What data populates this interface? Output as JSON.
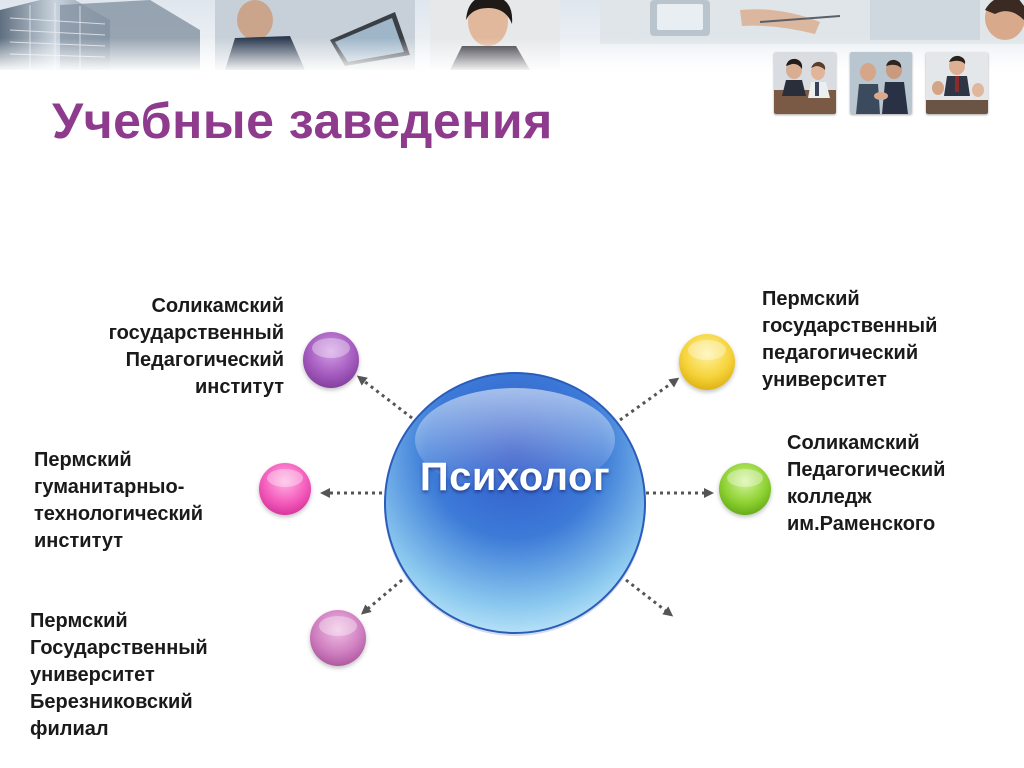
{
  "slide": {
    "title": "Учебные заведения"
  },
  "diagram": {
    "center": {
      "label": "Психолог",
      "color": "#3a6fd0"
    },
    "nodes": [
      {
        "lines": [
          "Соликамский",
          "государственный",
          "Педагогический",
          "институт"
        ],
        "color": "#9b4fb2"
      },
      {
        "lines": [
          "Пермский",
          "государственный",
          "педагогический",
          "университет"
        ],
        "color": "#f2cf2a"
      },
      {
        "lines": [
          "Пермский",
          "гуманитарныо-",
          "технологический",
          "институт"
        ],
        "color": "#f04fb0"
      },
      {
        "lines": [
          "Соликамский",
          "Педагогический",
          "колледж",
          "им.Раменского"
        ],
        "color": "#7ccb25"
      },
      {
        "lines": [
          "Пермский",
          "Государственный",
          "университет",
          "Березниковский",
          "филиал"
        ],
        "color": "#c76fb4"
      }
    ]
  },
  "banner": {
    "photo_icons": [
      "business-meeting-photo",
      "handshake-photo",
      "office-team-photo"
    ]
  }
}
